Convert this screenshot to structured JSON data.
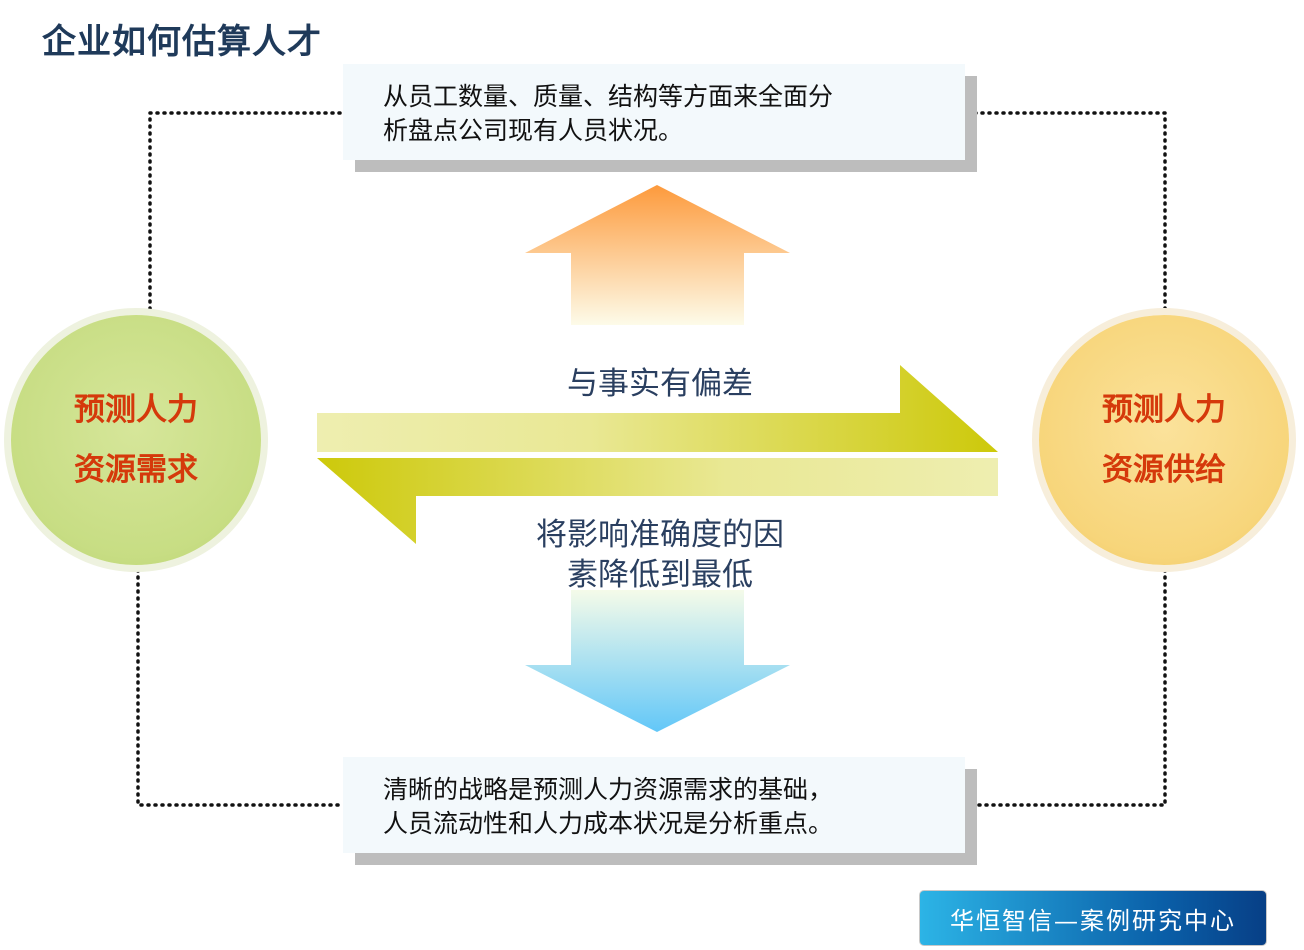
{
  "title": "企业如何估算人才",
  "top_box": {
    "line1": "从员工数量、质量、结构等方面来全面分",
    "line2": "析盘点公司现有人员状况。"
  },
  "bottom_box": {
    "line1": "清晰的战略是预测人力资源需求的基础，",
    "line2": "人员流动性和人力成本状况是分析重点。"
  },
  "left_circle": {
    "line1": "预测人力",
    "line2": "资源需求"
  },
  "right_circle": {
    "line1": "预测人力",
    "line2": "资源供给"
  },
  "upper_label": "与事实有偏差",
  "lower_label": {
    "line1": "将影响准确度的因",
    "line2": "素降低到最低"
  },
  "logo": "华恒智信—案例研究中心",
  "colors": {
    "title": "#1f3a5a",
    "circle_text": "#d5390b",
    "arrow": "#cfcb0c"
  }
}
